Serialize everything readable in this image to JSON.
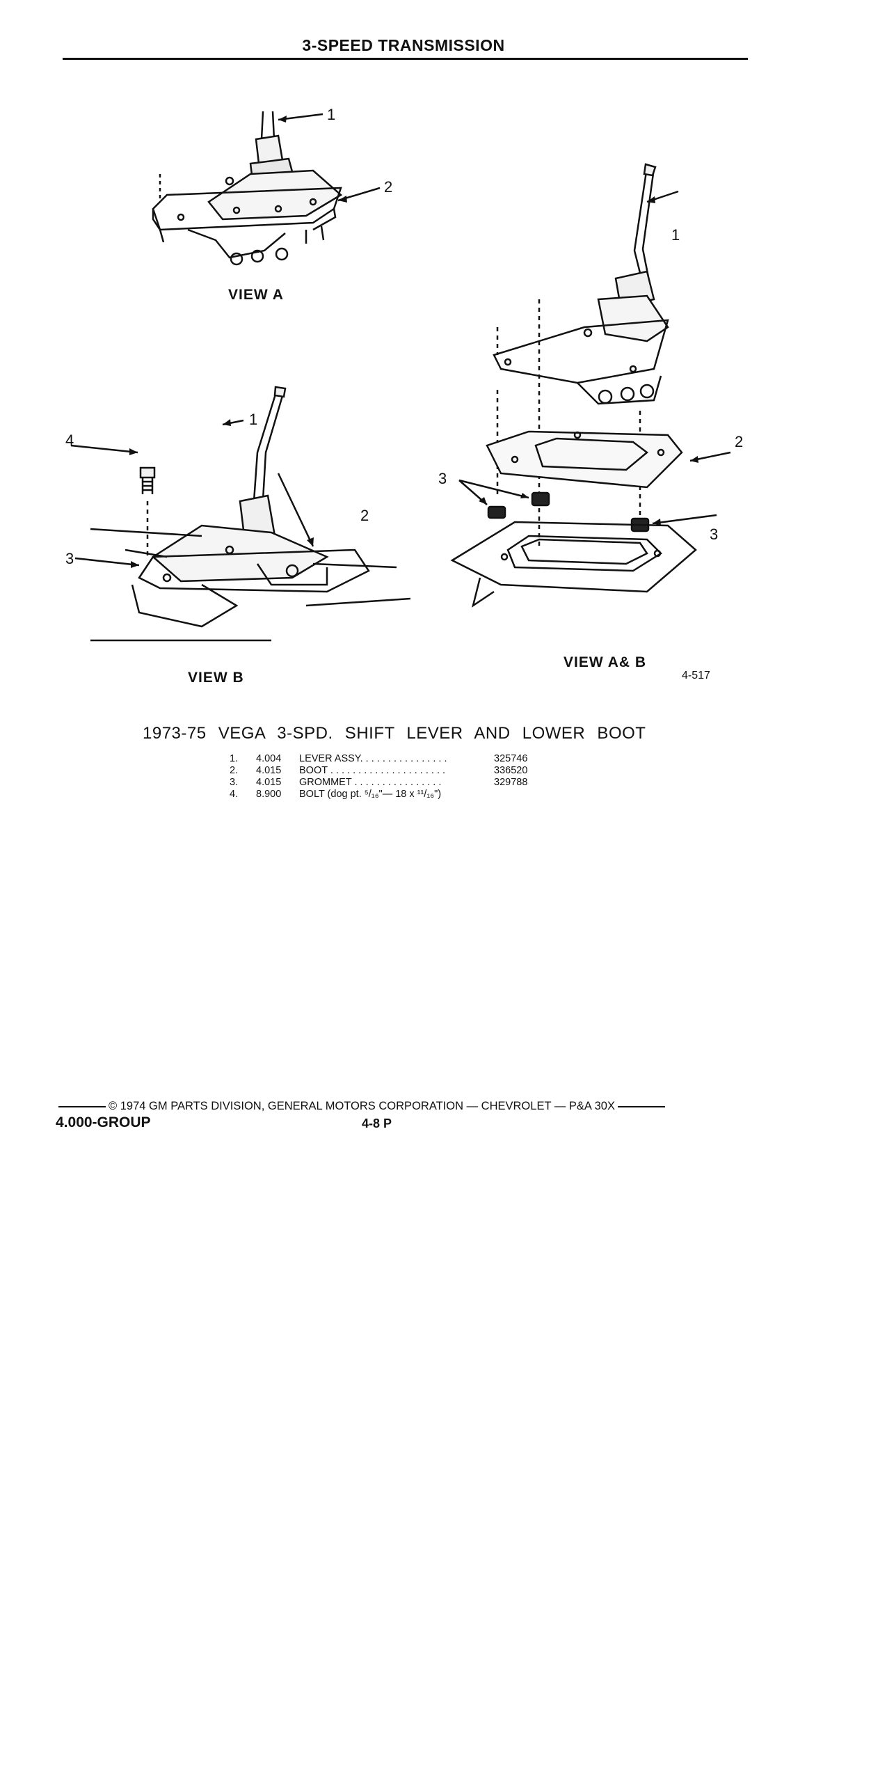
{
  "header": {
    "title": "3-SPEED TRANSMISSION"
  },
  "figure": {
    "view_a_label": "VIEW A",
    "view_b_label": "VIEW B",
    "view_ab_label": "VIEW A& B",
    "figure_number": "4-517",
    "callouts": {
      "one": "1",
      "two": "2",
      "three": "3",
      "four": "4"
    }
  },
  "caption": "1973-75 VEGA 3-SPD. SHIFT LEVER AND LOWER BOOT",
  "parts": [
    {
      "num": "1.",
      "group": "4.004",
      "desc": "LEVER ASSY. . . . . . . . . . . . . . . .",
      "part": "325746"
    },
    {
      "num": "2.",
      "group": "4.015",
      "desc": "BOOT . . . . . . . . . . . . . . . . . . . . .",
      "part": "336520"
    },
    {
      "num": "3.",
      "group": "4.015",
      "desc": "GROMMET . . . . . . . . . . . . . . . .",
      "part": "329788"
    },
    {
      "num": "4.",
      "group": "8.900",
      "desc": "BOLT (dog pt. ⁵/₁₆\"— 18 x ¹¹/₁₆\")",
      "part": ""
    }
  ],
  "footer": {
    "copyright": "© 1974 GM PARTS DIVISION, GENERAL MOTORS CORPORATION — CHEVROLET — P&A 30X",
    "group": "4.000-GROUP",
    "page": "4-8 P"
  }
}
